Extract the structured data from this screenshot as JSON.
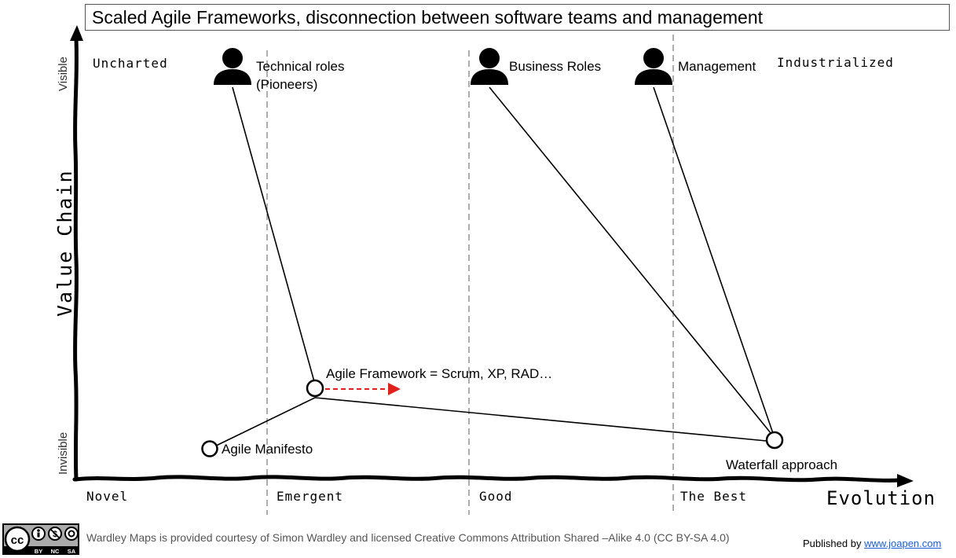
{
  "title": "Scaled Agile Frameworks, disconnection between software teams and management",
  "axes": {
    "y_label": "Value Chain",
    "y_top": "Visible",
    "y_bottom": "Invisible",
    "x_label": "Evolution"
  },
  "stages": [
    "Novel",
    "Emergent",
    "Good",
    "The Best"
  ],
  "corners": {
    "top_left": "Uncharted",
    "top_right": "Industrialized"
  },
  "users": {
    "technical": {
      "line1": "Technical roles",
      "line2": "(Pioneers)"
    },
    "business": "Business Roles",
    "management": "Management"
  },
  "components": {
    "agile_framework": "Agile Framework = Scrum, XP, RAD…",
    "agile_manifesto": "Agile Manifesto",
    "waterfall": "Waterfall approach"
  },
  "colors": {
    "movement_arrow": "#e0201a",
    "lines": "#000000",
    "stage_dividers": "#999999"
  },
  "footer": {
    "license_text": "Wardley Maps is provided courtesy of Simon Wardley and licensed  Creative Commons Attribution Shared –Alike 4.0 (CC BY-SA 4.0)",
    "published_prefix": "Published by ",
    "published_link": "www.joapen.com",
    "cc_badges": [
      "BY",
      "NC",
      "SA"
    ],
    "cc_mark": "cc"
  }
}
